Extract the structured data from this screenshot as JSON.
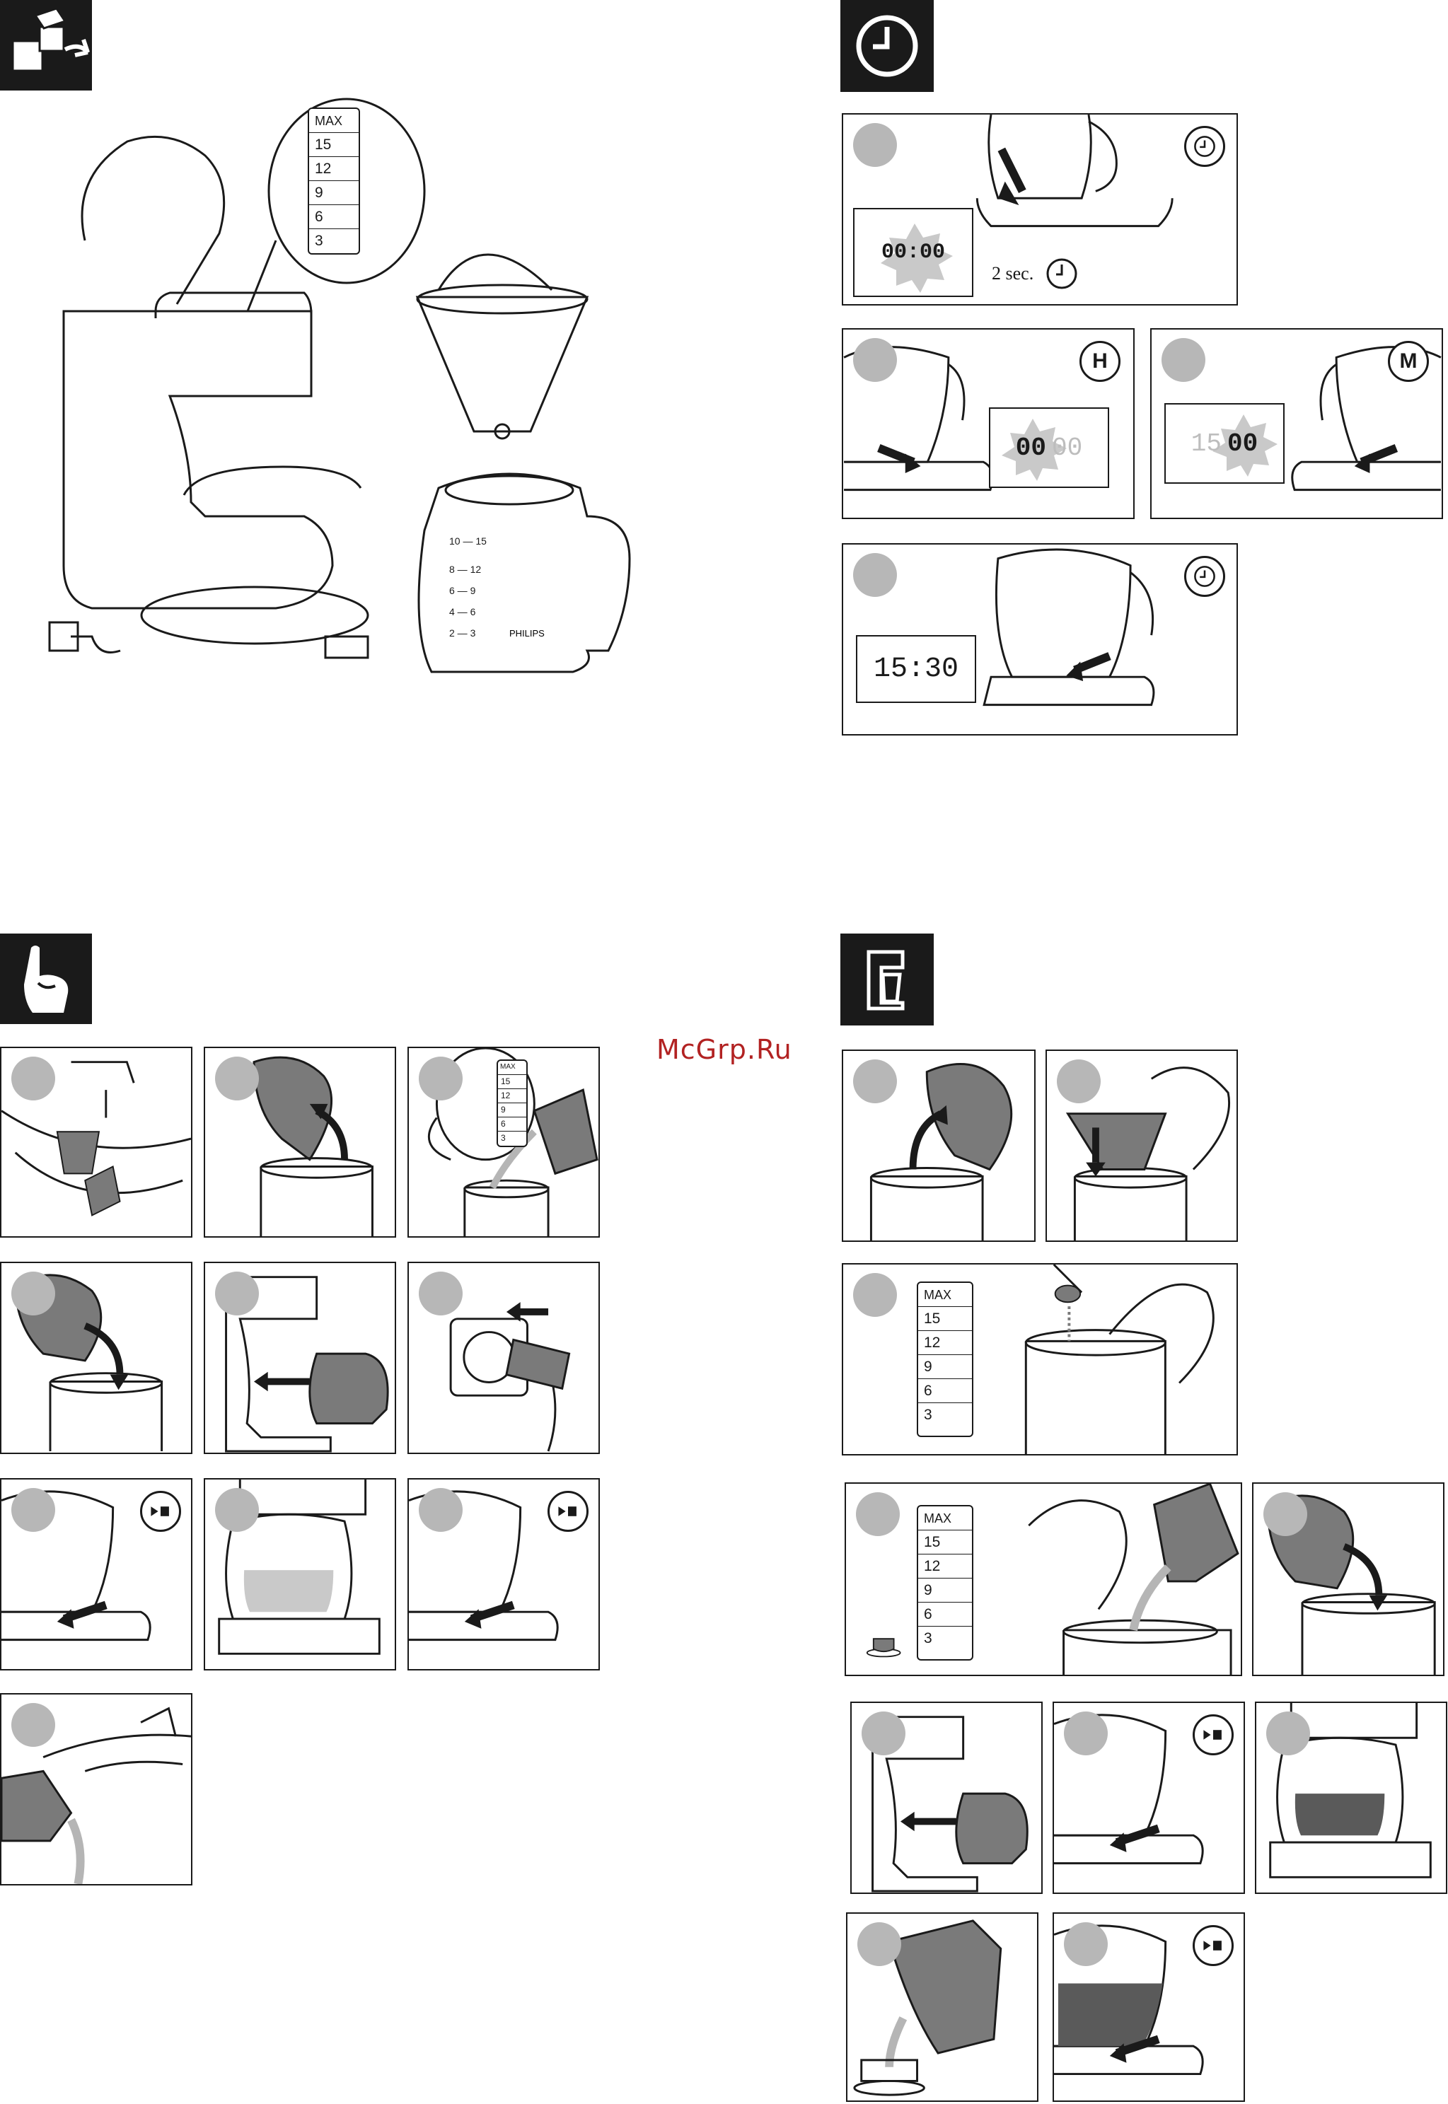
{
  "watermark": "McGrp.Ru",
  "sections": {
    "unpack": {
      "icon": "unpack-box-icon"
    },
    "clock": {
      "icon": "clock-icon"
    },
    "first_use": {
      "icon": "pointing-hand-icon"
    },
    "brewing": {
      "icon": "coffee-maker-icon"
    }
  },
  "overview": {
    "scale_max": "MAX",
    "scale_levels": [
      "15",
      "12",
      "9",
      "6",
      "3"
    ],
    "brand_on_jug": "PHILIPS"
  },
  "clock_steps": {
    "step1": {
      "lcd": "00:00",
      "hold_label": "2 sec."
    },
    "step2": {
      "badge": "H",
      "lcd_active": "00",
      "lcd_dim": "00"
    },
    "step3": {
      "badge": "M",
      "lcd_dim": "15",
      "lcd_active": "00"
    },
    "step4": {
      "lcd": "15:30"
    }
  },
  "brew_scale": {
    "max": "MAX",
    "levels": [
      "15",
      "12",
      "9",
      "6",
      "3"
    ]
  },
  "colors": {
    "ink": "#1a1a1a",
    "step_dot": "#b7b7b7",
    "fill_dark": "#7a7a7a",
    "watermark": "#b22222"
  }
}
